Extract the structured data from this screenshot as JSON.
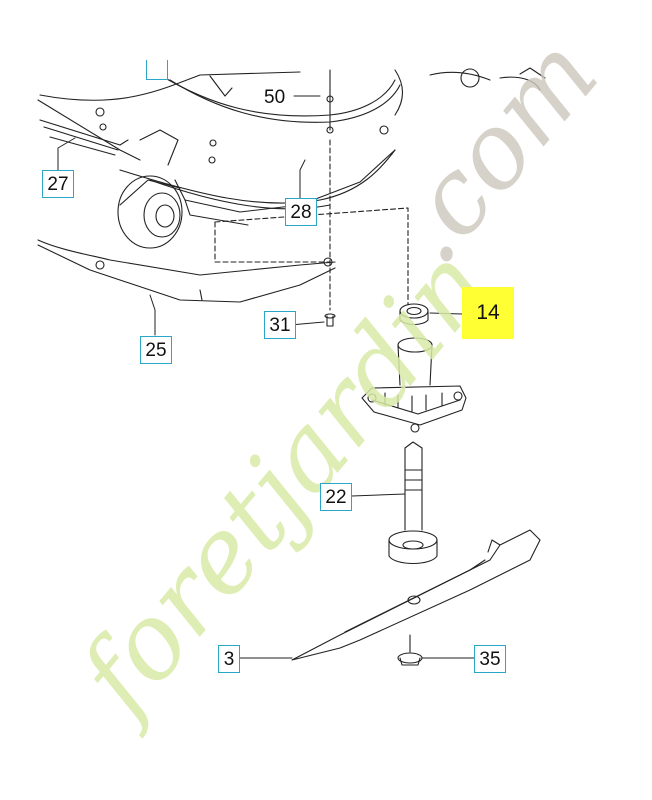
{
  "parts": {
    "p50": "50",
    "p27": "27",
    "p28": "28",
    "p25": "25",
    "p31": "31",
    "p14": "14",
    "p22": "22",
    "p3": "3",
    "p35": "35"
  },
  "watermark": {
    "text": "foretjardin.com",
    "color_green": "#d6e8a6",
    "color_grey": "#c9c3b8"
  },
  "colors": {
    "callout_border": "#2aa6c9",
    "highlight": "#ffff33",
    "line": "#222222"
  }
}
